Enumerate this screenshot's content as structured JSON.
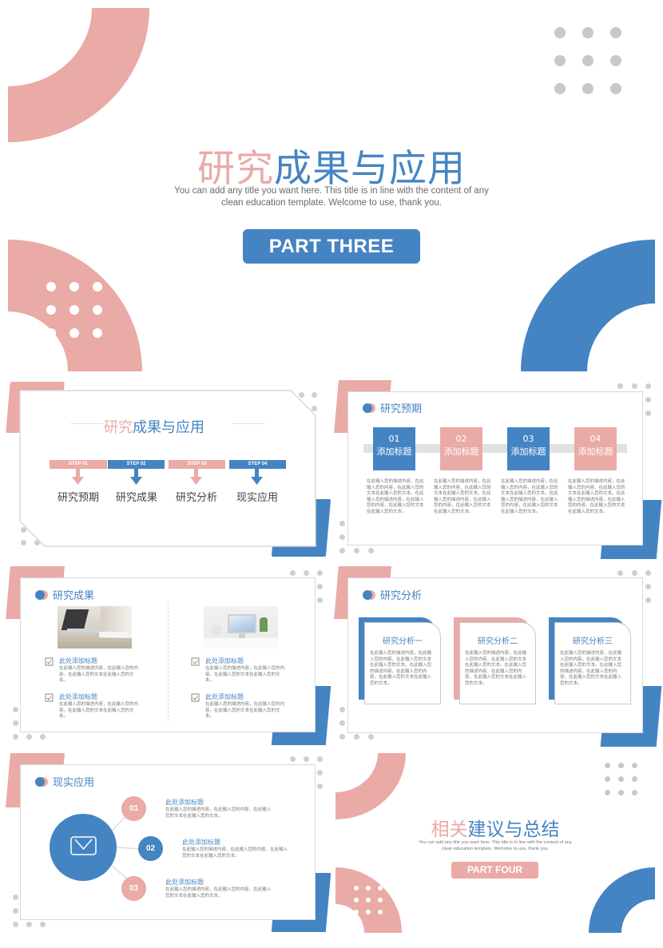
{
  "colors": {
    "pink": "#eaaaa6",
    "blue": "#4584c2",
    "gray_dot": "#c8c8c8",
    "frame_border": "#d8d8d8"
  },
  "cover": {
    "title_pink": "研究",
    "title_blue": "成果与应用",
    "subtitle_line1": "You can add any title you want here. This title is in line with the content of any",
    "subtitle_line2": "clean education template. Welcome to use, thank you.",
    "part_label": "PART THREE"
  },
  "slide1": {
    "title_pink": "研究",
    "title_blue": "成果与应用",
    "steps": [
      {
        "tag": "STEP 01",
        "label": "研究预期",
        "color": "pink"
      },
      {
        "tag": "STEP 02",
        "label": "研究成果",
        "color": "blue"
      },
      {
        "tag": "STEP 03",
        "label": "研究分析",
        "color": "pink"
      },
      {
        "tag": "STEP 04",
        "label": "现实应用",
        "color": "blue"
      }
    ]
  },
  "slide2": {
    "heading": "研究预期",
    "boxes": [
      {
        "num": "01",
        "title": "添加标题",
        "color": "blue",
        "body": "在此输入您的描述内容，在此输入您的内容，在此输入您的文本在此输入您的文本。在此输入您的描述内容，在此输入您的内容，在此输入您的文本在此输入您的文本。"
      },
      {
        "num": "02",
        "title": "添加标题",
        "color": "pink",
        "body": "在此输入您的描述内容，在此输入您的内容，在此输入您的文本在此输入您的文本。在此输入您的描述内容，在此输入您的内容，在此输入您的文本在此输入您的文本。"
      },
      {
        "num": "03",
        "title": "添加标题",
        "color": "blue",
        "body": "在此输入您的描述内容，在此输入您的内容，在此输入您的文本在此输入您的文本。在此输入您的描述内容，在此输入您的内容，在此输入您的文本在此输入您的文本。"
      },
      {
        "num": "04",
        "title": "添加标题",
        "color": "pink",
        "body": "在此输入您的描述内容，在此输入您的内容，在此输入您的文本在此输入您的文本。在此输入您的描述内容，在此输入您的内容，在此输入您的文本在此输入您的文本。"
      }
    ]
  },
  "slide3": {
    "heading": "研究成果",
    "columns": [
      {
        "photo": "laptop-photo",
        "items": [
          {
            "title": "此处添加标题",
            "body": "在此输入您的描述内容，在此输入您的内容，在此输入您的文本在此输入您的文本。"
          },
          {
            "title": "此处添加标题",
            "body": "在此输入您的描述内容，在此输入您的内容，在此输入您的文本在此输入您的文本。"
          }
        ]
      },
      {
        "photo": "desktop-photo",
        "items": [
          {
            "title": "此处添加标题",
            "body": "在此输入您的描述内容，在此输入您的内容，在此输入您的文本在此输入您的文本。"
          },
          {
            "title": "此处添加标题",
            "body": "在此输入您的描述内容，在此输入您的内容，在此输入您的文本在此输入您的文本。"
          }
        ]
      }
    ]
  },
  "slide4": {
    "heading": "研究分析",
    "cards": [
      {
        "title": "研究分析一",
        "color": "blue",
        "body": "在此输入您的描述内容，在此输入您的内容，在此输入您的文本在此输入您的文本。在此输入您的描述内容，在此输入您的内容，在此输入您的文本在此输入您的文本。"
      },
      {
        "title": "研究分析二",
        "color": "pink",
        "body": "在此输入您的描述内容，在此输入您的内容，在此输入您的文本在此输入您的文本。在此输入您的描述内容，在此输入您的内容，在此输入您的文本在此输入您的文本。"
      },
      {
        "title": "研究分析三",
        "color": "blue",
        "body": "在此输入您的描述内容，在此输入您的内容，在此输入您的文本在此输入您的文本。在此输入您的描述内容，在此输入您的内容，在此输入您的文本在此输入您的文本。"
      }
    ]
  },
  "slide5": {
    "heading": "现实应用",
    "center_icon": "envelope-icon",
    "items": [
      {
        "num": "01",
        "color": "pink",
        "title": "此处添加标题",
        "body": "在此输入您的描述内容，在此输入您的内容，在此输入您的文本在此输入您的文本。"
      },
      {
        "num": "02",
        "color": "blue",
        "title": "此处添加标题",
        "body": "在此输入您的描述内容，在此输入您的内容，在此输入您的文本在此输入您的文本。"
      },
      {
        "num": "03",
        "color": "pink",
        "title": "此处添加标题",
        "body": "在此输入您的描述内容，在此输入您的内容，在此输入您的文本在此输入您的文本。"
      }
    ]
  },
  "slide6": {
    "title_pink": "相关",
    "title_blue": "建议与总结",
    "subtitle_line1": "You can add any title you want here. This title is in line with the content of any",
    "subtitle_line2": "clean education template. Welcome to use, thank you.",
    "part_label": "PART FOUR"
  }
}
